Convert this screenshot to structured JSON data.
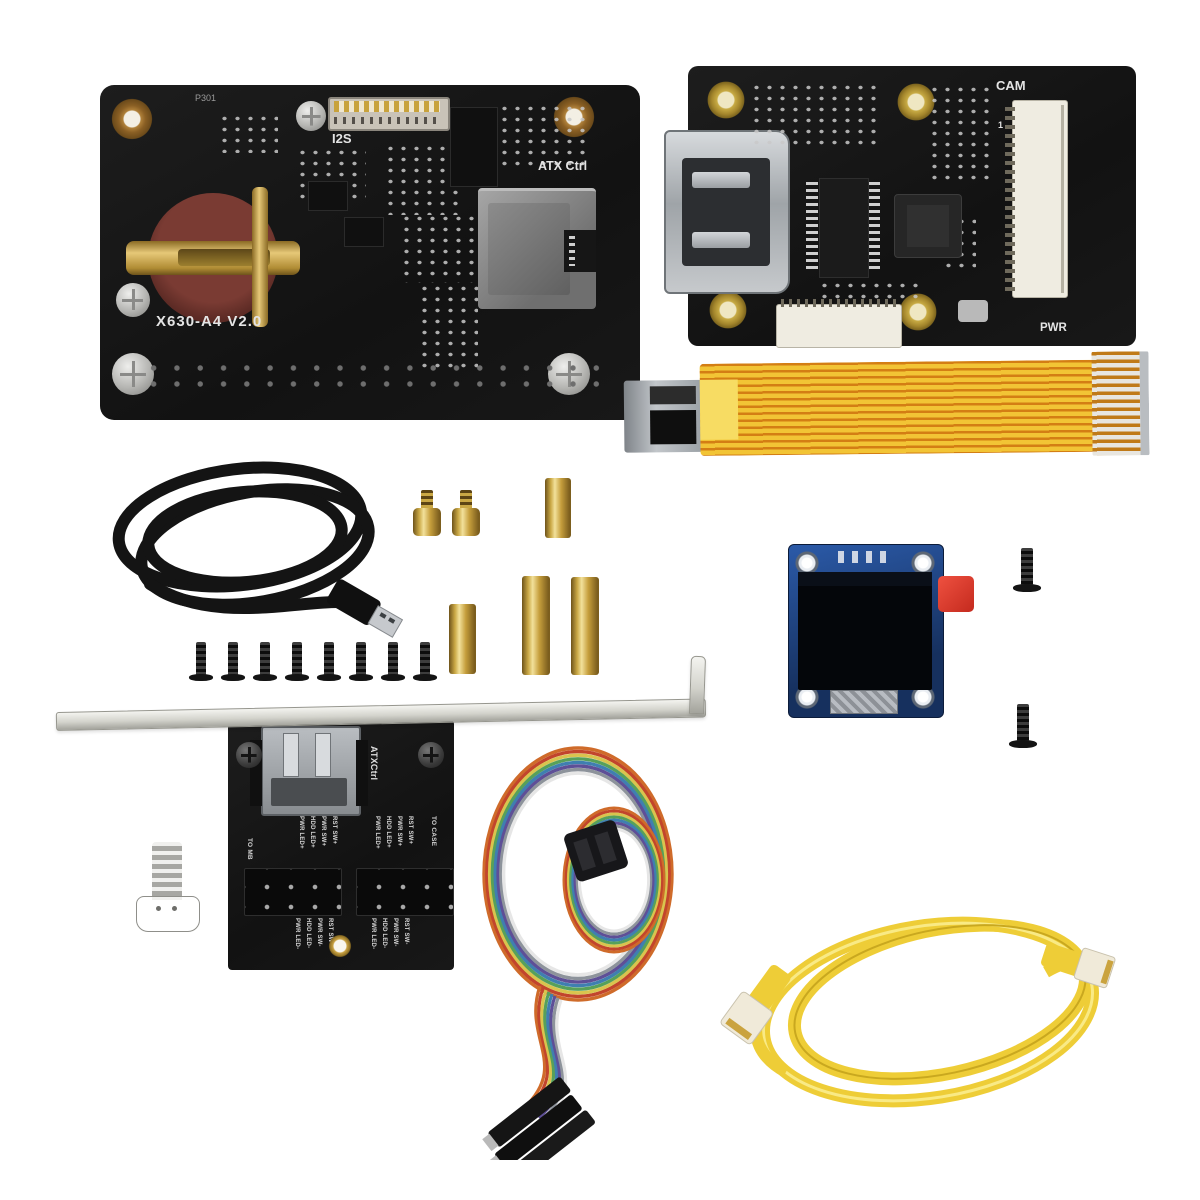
{
  "colors": {
    "background": "#ffffff",
    "pcb_black": "#171717",
    "brass": "#caa845",
    "ffc_yellow": "#f2c435",
    "ethernet_yellow": "#eecd37",
    "oled_pcb_blue": "#2b5aa8",
    "oled_tab_red": "#e2372b",
    "bracket_silver": "#cfcfc8",
    "silkscreen_white": "#e8e8e8",
    "ribbon_colors": [
      "#cf6b2a",
      "#c2452c",
      "#d9c44e",
      "#57a05a",
      "#3f7fb0",
      "#5e4f97",
      "#8d939b",
      "#e6e6e6"
    ]
  },
  "x630_board": {
    "ref_label": "P301",
    "i2s_label": "I2S",
    "atx_ctrl_label": "ATX Ctrl",
    "model_label": "X630-A4 V2.0"
  },
  "cam_board": {
    "cam_label": "CAM",
    "pin1_label": "1",
    "pwr_label": "PWR"
  },
  "atx_bracket_board": {
    "atx_ctrl_label": "ATXCtrl",
    "to_mb_label": "TO MB",
    "to_case_label": "TO CASE",
    "header_plus_labels": [
      "PWR LED+",
      "HDD LED+",
      "PWR SW+",
      "RST SW+"
    ],
    "header_minus_labels": [
      "PWR LED-",
      "HDD LED-",
      "PWR SW-",
      "RST SW-"
    ]
  }
}
